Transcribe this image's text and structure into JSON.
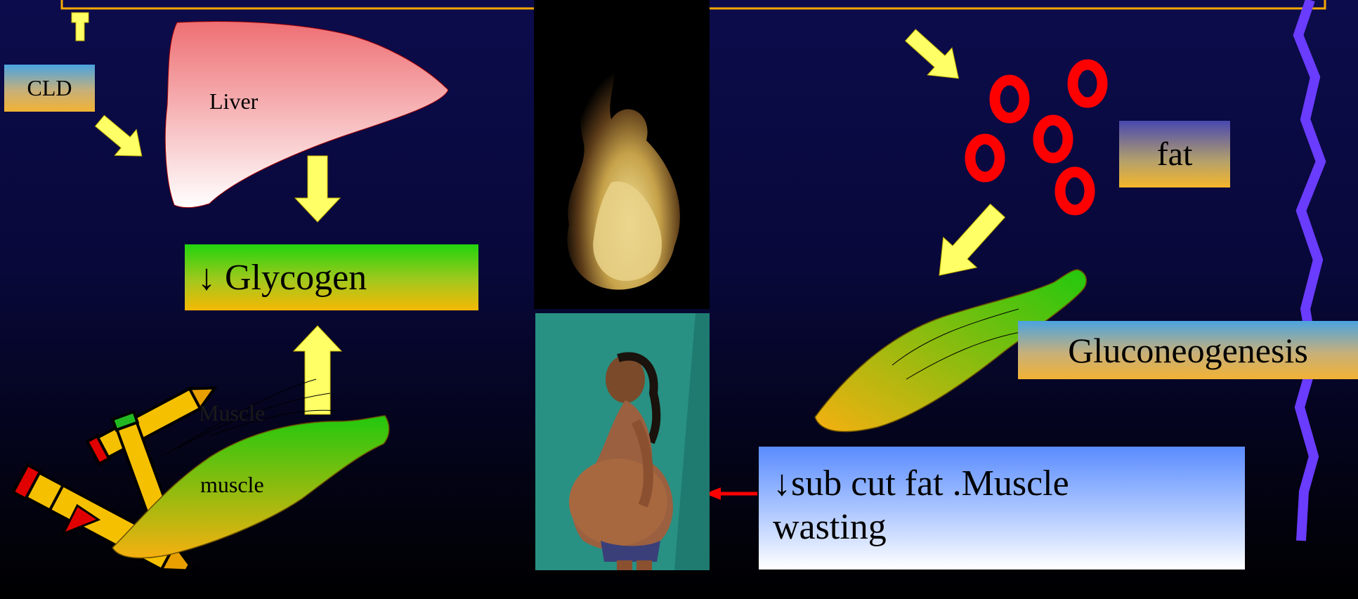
{
  "labels": {
    "cld": "CLD",
    "liver": "Liver",
    "glycogen": "↓ Glycogen",
    "muscle_upper": "Muscle",
    "muscle_lower": "muscle",
    "fat": "fat",
    "gluconeogenesis": "Gluconeogenesis",
    "wasting": "↓sub cut fat .Muscle wasting"
  },
  "colors": {
    "arrow_yellow": "#ffff66",
    "fat_circles": "#ff0000",
    "pointer_arrow": "#ff0000",
    "zigzag": "#6a3cff",
    "top_bar_border": "#f5a800",
    "liver_top": "#f07474",
    "liver_bottom": "#ffffff"
  }
}
